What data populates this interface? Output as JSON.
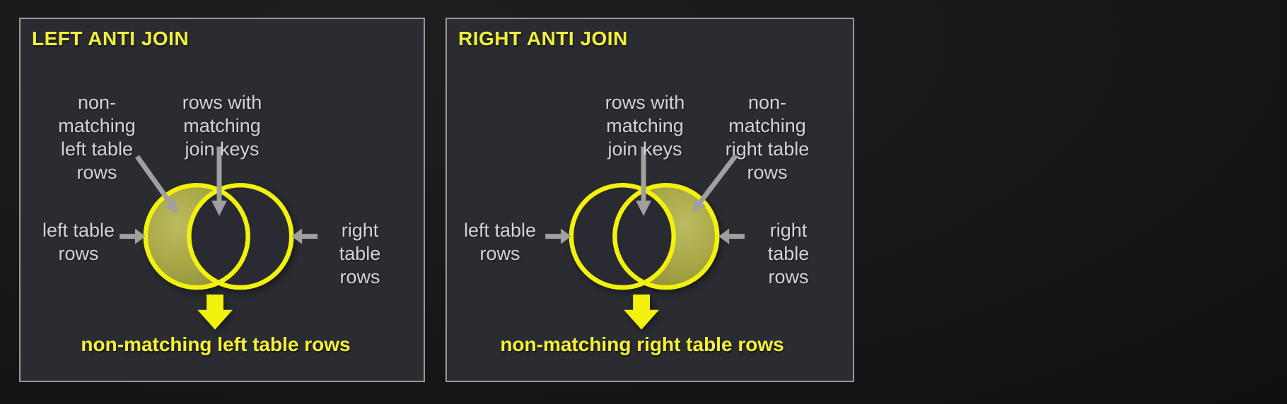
{
  "panels": [
    {
      "title": "LEFT ANTI JOIN",
      "highlighted_region": "left-crescent",
      "annotations": {
        "non_matching": "non-\nmatching\nleft table\nrows",
        "matching_keys": "rows with\nmatching\njoin keys",
        "left_table": "left table\nrows",
        "right_table": "right table\nrows"
      },
      "result": "non-matching left table rows"
    },
    {
      "title": "RIGHT ANTI JOIN",
      "highlighted_region": "right-crescent",
      "annotations": {
        "non_matching": "non-\nmatching\nright table\nrows",
        "matching_keys": "rows with\nmatching\njoin keys",
        "left_table": "left table\nrows",
        "right_table": "right table\nrows"
      },
      "result": "non-matching right table rows"
    }
  ],
  "colors": {
    "page_background": "#171717",
    "panel_background": "#2a2c32",
    "panel_border": "#98999b",
    "accent_yellow": "#f2f20e",
    "title_yellow": "#f2ef3a",
    "highlight_fill": "#a9a94a",
    "label_gray": "#d3d3d3",
    "arrow_gray": "#a0a0a0"
  }
}
